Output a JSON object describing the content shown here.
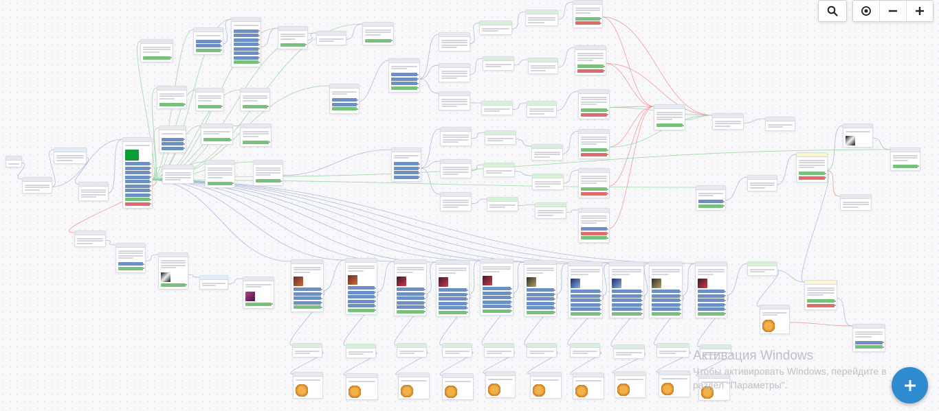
{
  "toolbar": {
    "search_icon": "magnifier",
    "center_icon": "target",
    "zoom_out_label": "−",
    "zoom_in_label": "+"
  },
  "fab": {
    "label": "+",
    "icon": "plus"
  },
  "watermark": {
    "title": "Активация Windows",
    "subtitle": "Чтобы активировать Windows, перейдите в",
    "subtitle2": "раздел \"Параметры\"."
  },
  "colors": {
    "accent": "#2f8bd0",
    "button_blue": "#6c8fc4",
    "button_green": "#77c17b",
    "button_red": "#e06a6a",
    "wire_green": "#8fd29a",
    "wire_blue": "#9fb2d6",
    "wire_red": "#f08a8a"
  }
}
